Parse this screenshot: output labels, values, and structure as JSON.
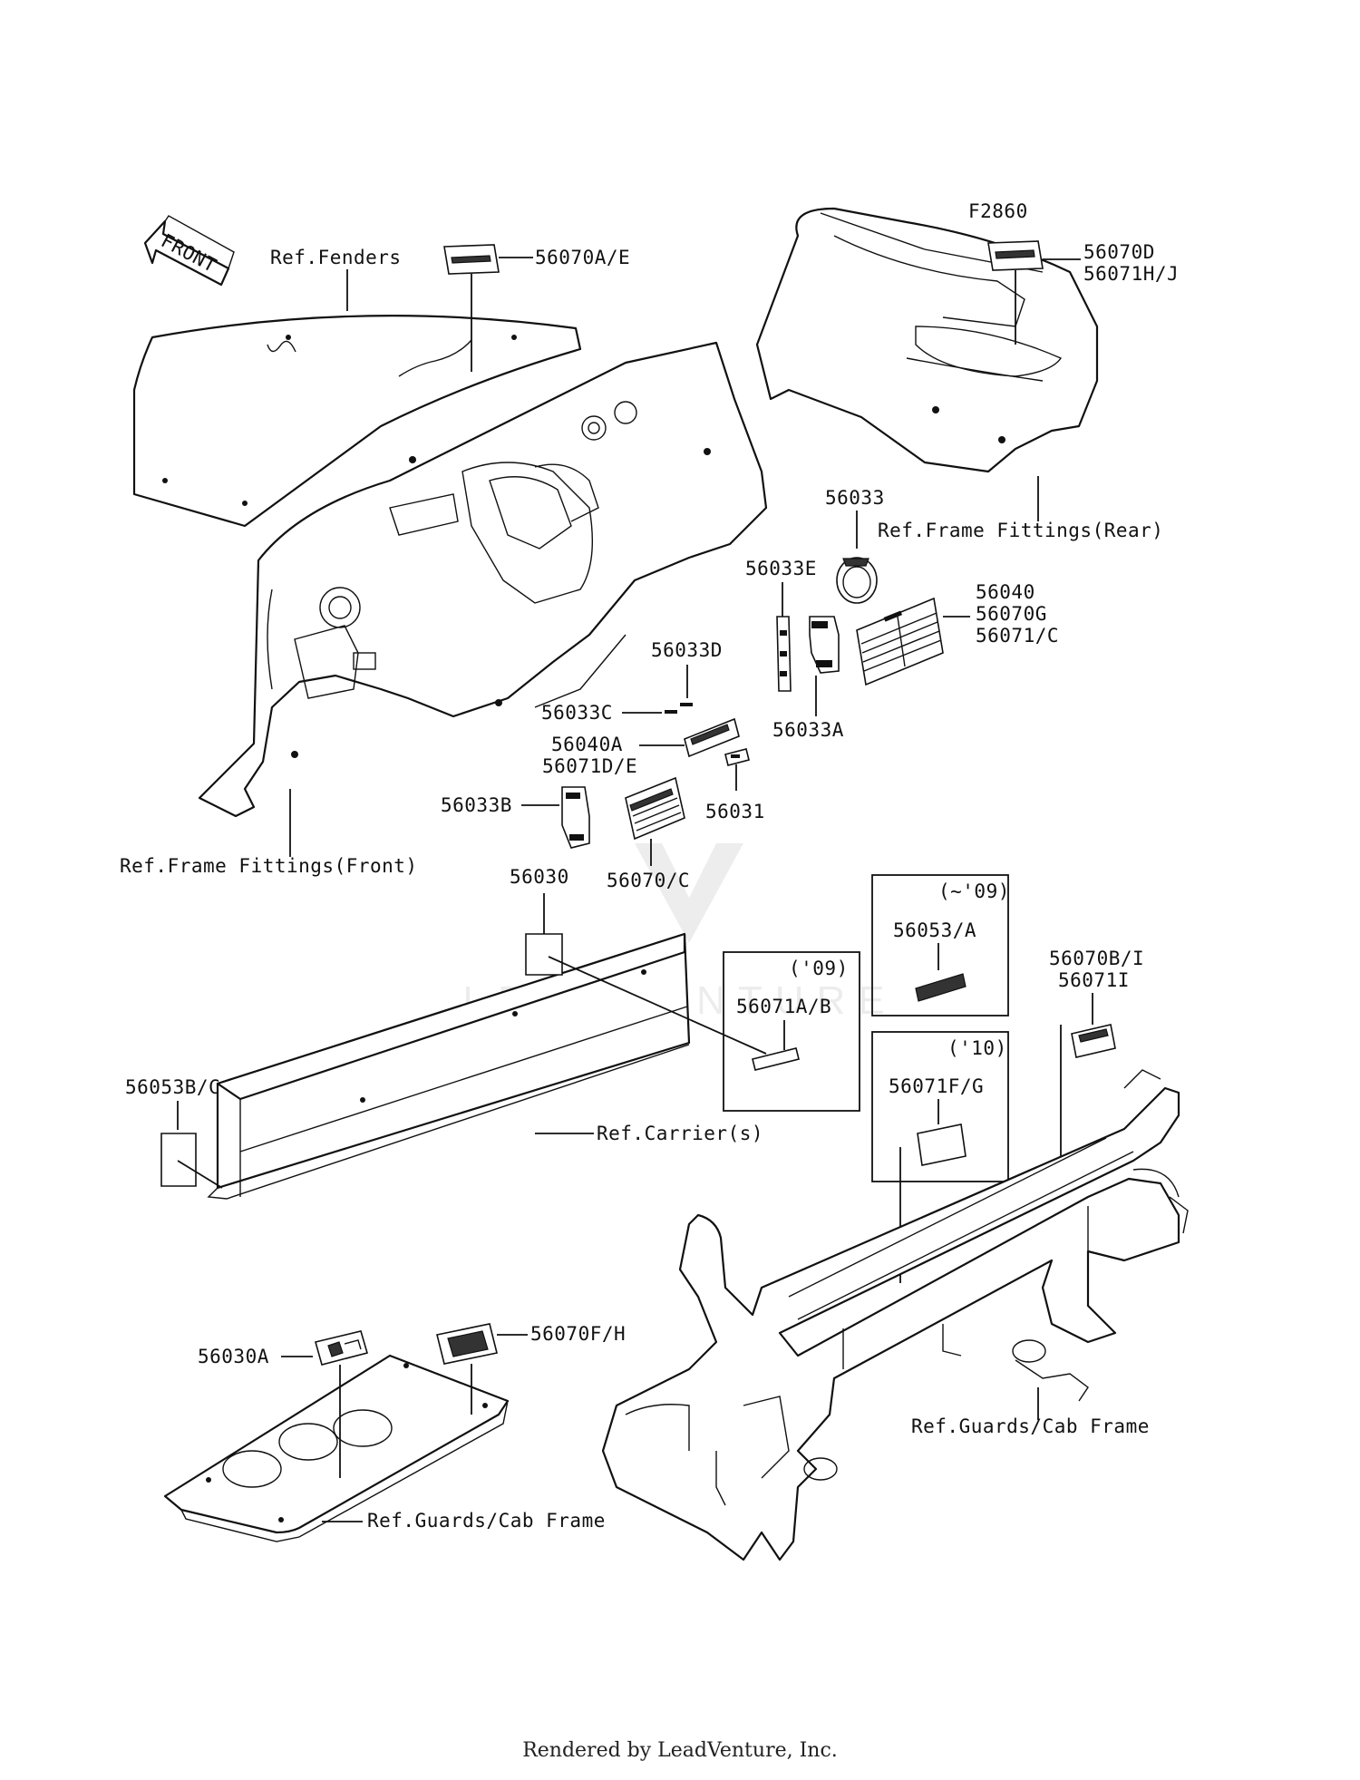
{
  "figure_id": "F2860",
  "footer": "Rendered by LeadVenture, Inc.",
  "front_arrow": "FRONT",
  "refs": {
    "fenders": "Ref.Fenders",
    "frame_rear": "Ref.Frame Fittings(Rear)",
    "frame_front": "Ref.Frame Fittings(Front)",
    "carriers": "Ref.Carrier(s)",
    "guards_right": "Ref.Guards/Cab Frame",
    "guards_left": "Ref.Guards/Cab Frame"
  },
  "parts": {
    "p56070ae": "56070A/E",
    "p56070d": "56070D",
    "p56071hj": "56071H/J",
    "p56033": "56033",
    "p56033e": "56033E",
    "p56040": "56040",
    "p56070g": "56070G",
    "p56071c": "56071/C",
    "p56033d": "56033D",
    "p56033c": "56033C",
    "p56033a": "56033A",
    "p56040a": "56040A",
    "p56071de": "56071D/E",
    "p56033b": "56033B",
    "p56031": "56031",
    "p56070c": "56070/C",
    "p56030": "56030",
    "p56053a": "56053/A",
    "p56071ab": "56071A/B",
    "p56070bi": "56070B/I",
    "p56071i": "56071I",
    "p56053bc": "56053B/C",
    "p56071fg": "56071F/G",
    "p56070fh": "56070F/H",
    "p56030a": "56030A"
  },
  "year_boxes": {
    "y09a": "('09)",
    "y09b": "(~'09)",
    "y10": "('10)"
  }
}
